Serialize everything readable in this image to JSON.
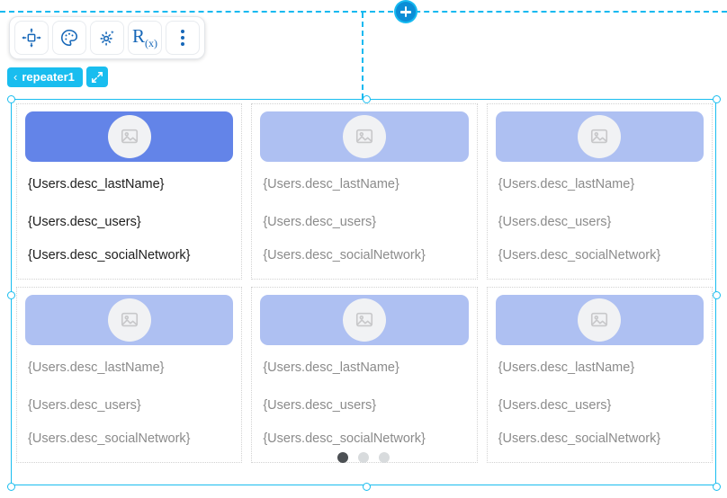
{
  "guides": {
    "add_button": "add-section-button"
  },
  "toolbar": {
    "buttons": [
      {
        "name": "move-icon",
        "label": "Move"
      },
      {
        "name": "palette-icon",
        "label": "Style"
      },
      {
        "name": "settings-sparkle-icon",
        "label": "Settings"
      },
      {
        "name": "r-function-icon",
        "label": "R",
        "sub": "(x)"
      },
      {
        "name": "more-vertical-icon",
        "label": "More"
      }
    ]
  },
  "breadcrumb": {
    "chevron": "‹",
    "label": "repeater1",
    "expand_label": "expand"
  },
  "repeater": {
    "name": "repeater1",
    "selected_index": 0,
    "cards": [
      {
        "avatar": "image-placeholder-icon",
        "lastName": "{Users.desc_lastName}",
        "users": "{Users.desc_users}",
        "socialNetwork": "{Users.desc_socialNetwork}"
      },
      {
        "avatar": "image-placeholder-icon",
        "lastName": "{Users.desc_lastName}",
        "users": "{Users.desc_users}",
        "socialNetwork": "{Users.desc_socialNetwork}"
      },
      {
        "avatar": "image-placeholder-icon",
        "lastName": "{Users.desc_lastName}",
        "users": "{Users.desc_users}",
        "socialNetwork": "{Users.desc_socialNetwork}"
      },
      {
        "avatar": "image-placeholder-icon",
        "lastName": "{Users.desc_lastName}",
        "users": "{Users.desc_users}",
        "socialNetwork": "{Users.desc_socialNetwork}"
      },
      {
        "avatar": "image-placeholder-icon",
        "lastName": "{Users.desc_lastName}",
        "users": "{Users.desc_users}",
        "socialNetwork": "{Users.desc_socialNetwork}"
      },
      {
        "avatar": "image-placeholder-icon",
        "lastName": "{Users.desc_lastName}",
        "users": "{Users.desc_users}",
        "socialNetwork": "{Users.desc_socialNetwork}"
      }
    ],
    "pagination": {
      "count": 3,
      "active": 0
    }
  },
  "colors": {
    "selection": "#19bdef",
    "guide": "#16b9f0",
    "card_header_selected": "#6384e8",
    "card_header": "#aec0f2",
    "icon_blue": "#1667b8",
    "text_muted": "#8b8b8b",
    "text_strong": "#1d1d1d",
    "dot_active": "#4c5054",
    "dot_inactive": "#d8dbdd"
  }
}
